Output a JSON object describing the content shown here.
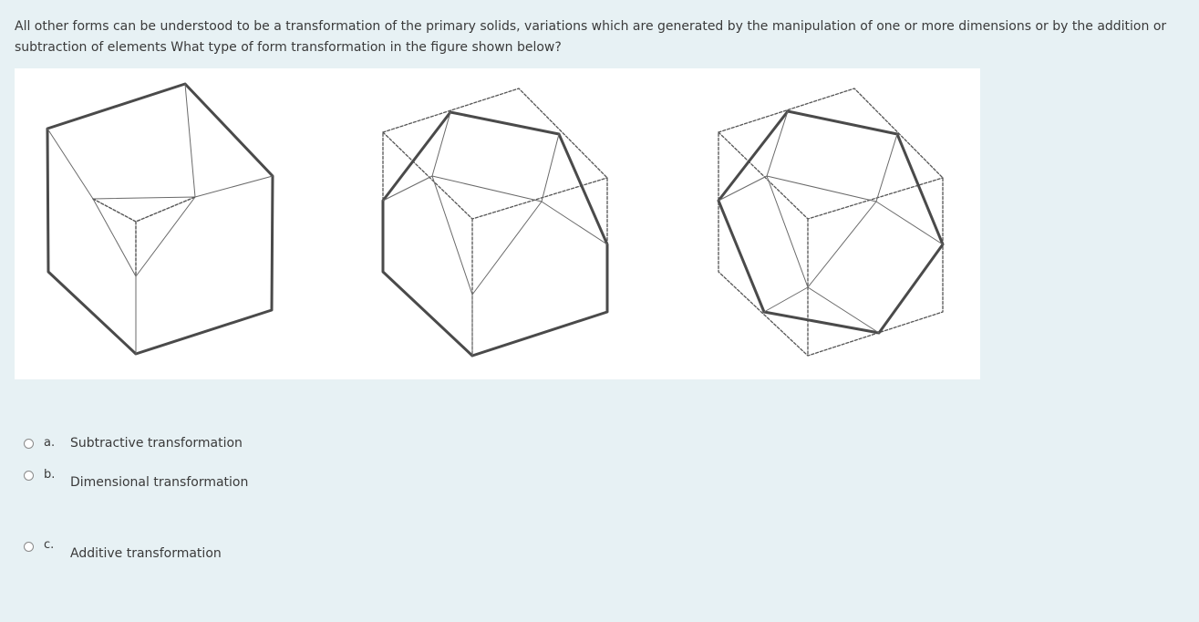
{
  "question": {
    "text": "All other forms can be understood to be a transformation of the primary solids, variations which are generated by the manipulation of one or more dimensions or by the addition or subtraction of elements What type of form transformation in the figure shown below?"
  },
  "figure": {
    "drawings": [
      "cube-with-corner-cut",
      "cube-with-three-corners-cut",
      "cube-with-many-corners-cut"
    ]
  },
  "options": [
    {
      "letter": "a.",
      "label": "Subtractive transformation",
      "selected": false
    },
    {
      "letter": "b.",
      "label": "Dimensional transformation",
      "selected": false
    },
    {
      "letter": "c.",
      "label": "Additive transformation",
      "selected": false
    }
  ]
}
